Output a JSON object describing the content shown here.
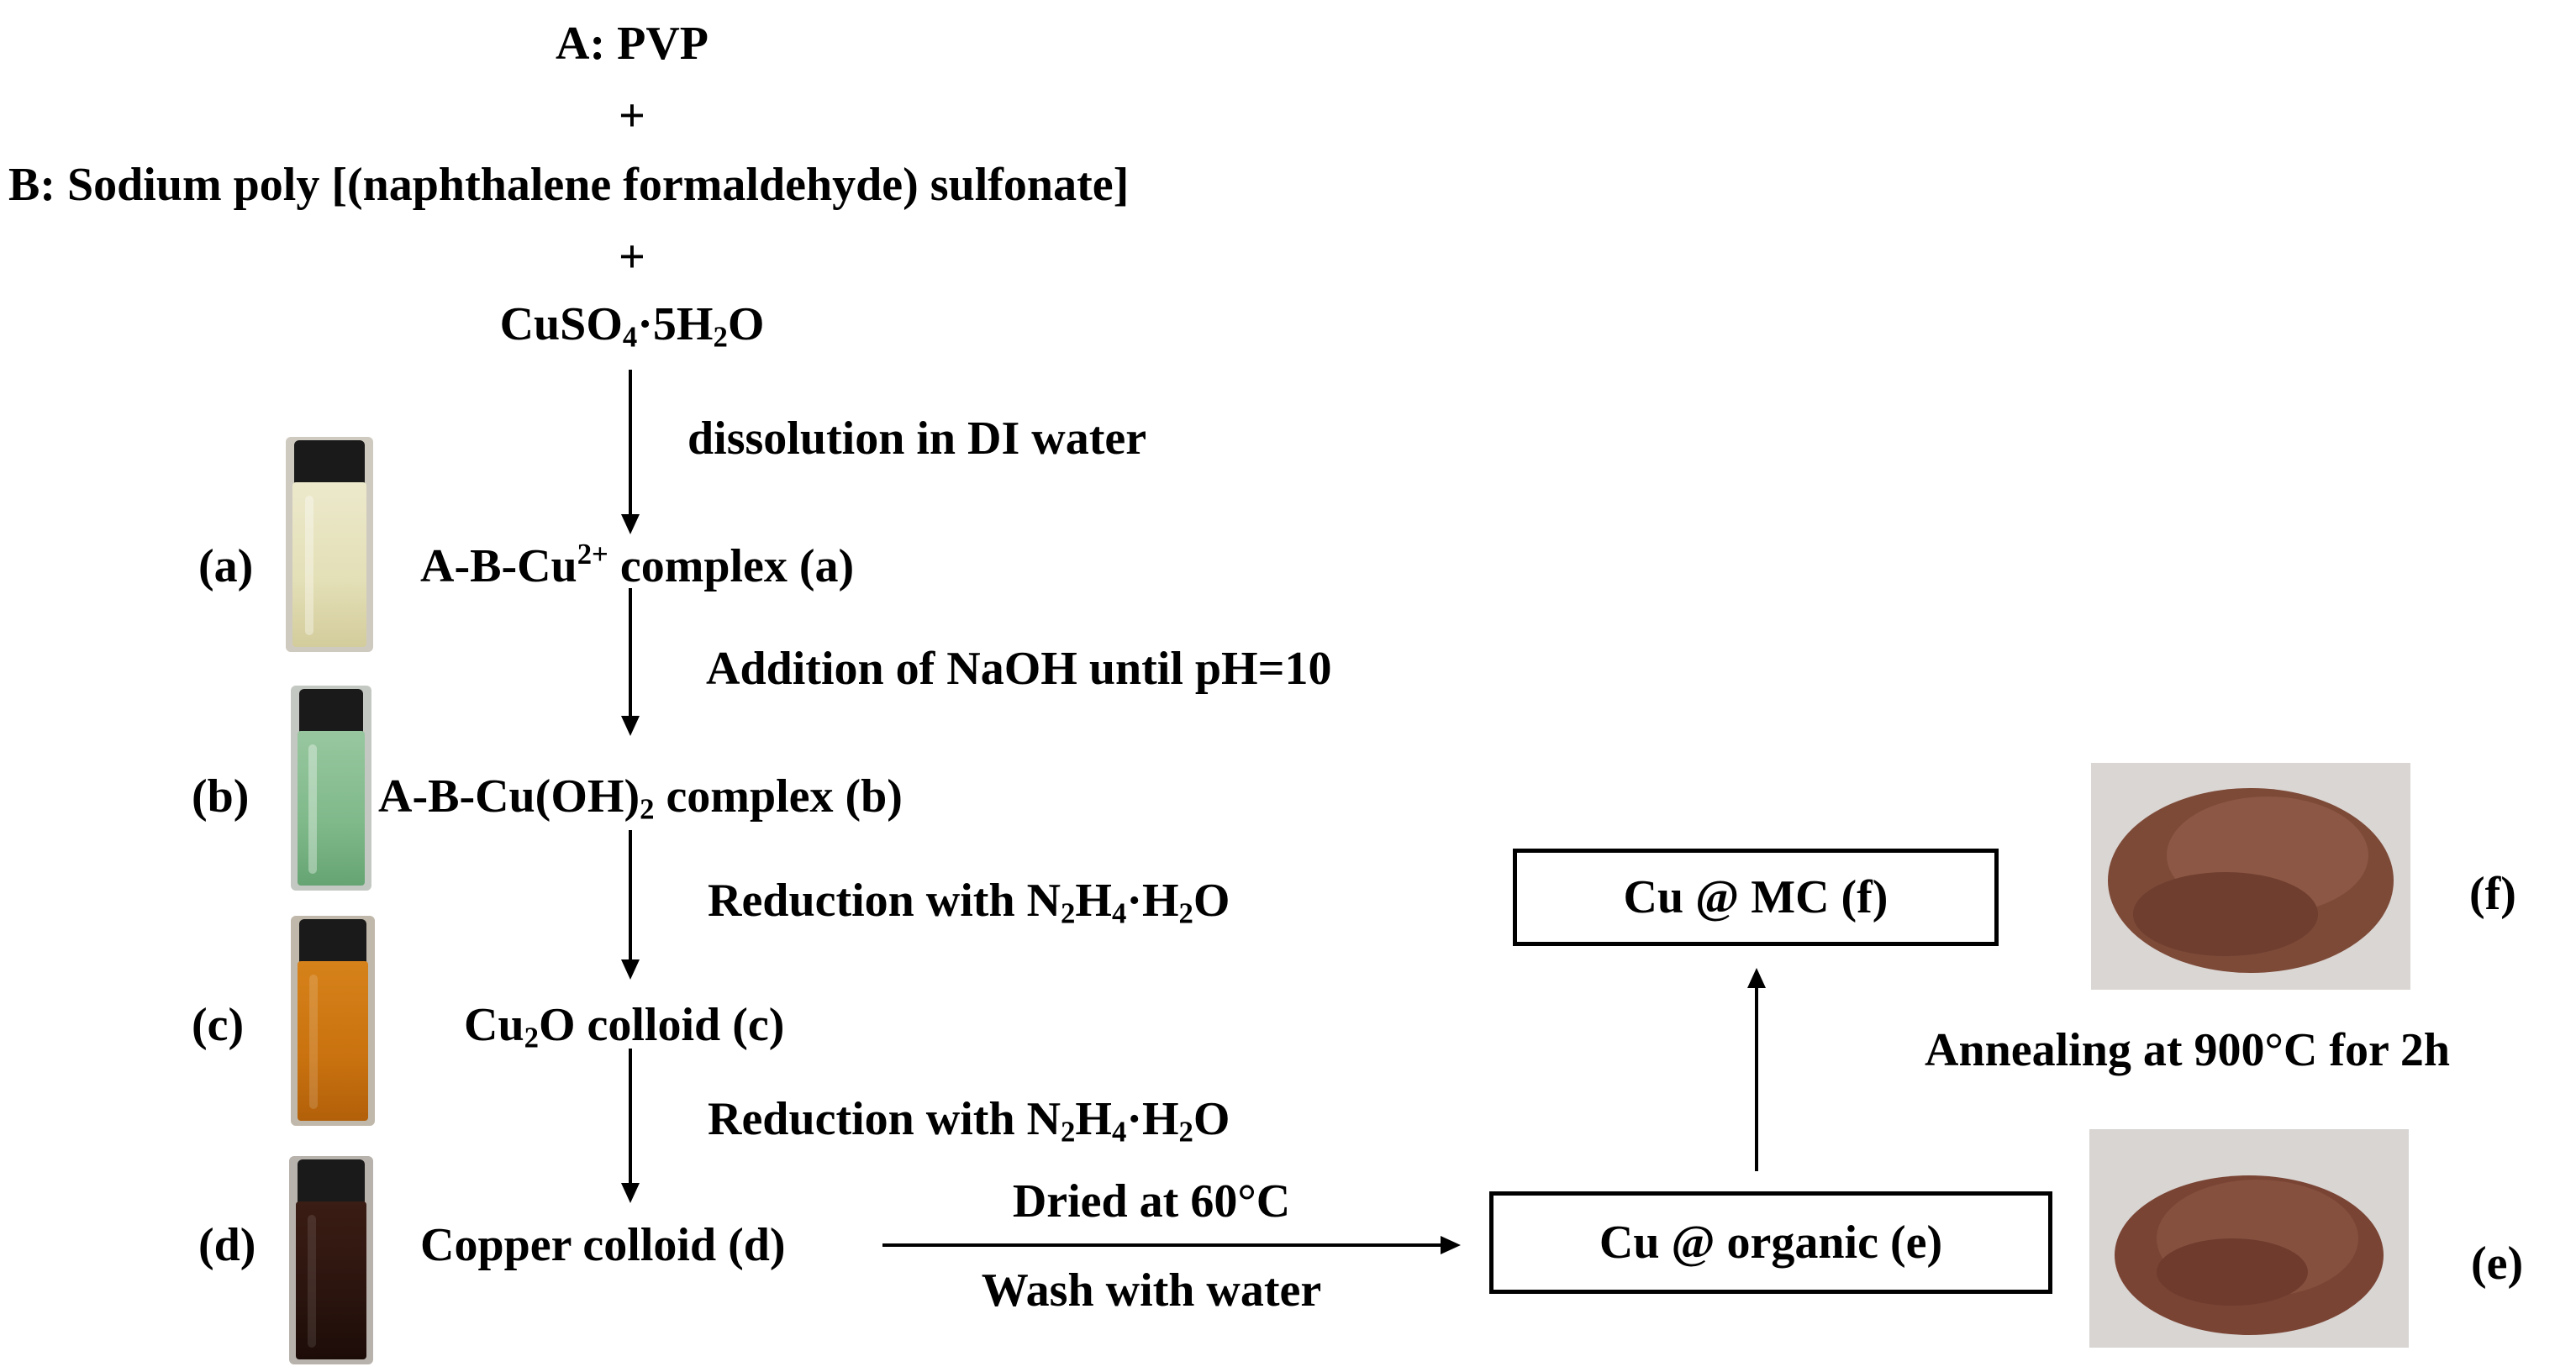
{
  "reactants": {
    "a": "A: PVP",
    "plus1": "+",
    "b": "B: Sodium poly [(naphthalene formaldehyde) sulfonate]",
    "plus2": "+",
    "cu_main": "CuSO",
    "cu_sub4": "4",
    "cu_dot": "·5H",
    "cu_sub2": "2",
    "cu_o": "O"
  },
  "steps": {
    "dissolution": "dissolution in DI water",
    "naoh": "Addition of NaOH until pH=10",
    "reduction1": {
      "pre": "Reduction with N",
      "s1": "2",
      "m1": "H",
      "s2": "4",
      "m2": "·H",
      "s3": "2",
      "post": "O"
    },
    "reduction2": {
      "pre": "Reduction with N",
      "s1": "2",
      "m1": "H",
      "s2": "4",
      "m2": "·H",
      "s3": "2",
      "post": "O"
    },
    "dried": "Dried at 60°C",
    "wash": "Wash with water",
    "annealing": "Annealing at 900°C  for 2h"
  },
  "intermediates": {
    "a_complex": {
      "pre": "A-B-Cu",
      "sup": "2+",
      "post": " complex (a)"
    },
    "b_complex": {
      "pre": "A-B-Cu(OH)",
      "sub": "2",
      "post": " complex (b)"
    },
    "c_colloid": {
      "pre": "Cu",
      "sub": "2",
      "post": "O colloid (c)"
    },
    "d_colloid": "Copper colloid (d)"
  },
  "products": {
    "e": "Cu @ organic (e)",
    "f": "Cu @ MC (f)"
  },
  "photo_labels": {
    "a": "(a)",
    "b": "(b)",
    "c": "(c)",
    "d": "(d)",
    "e": "(e)",
    "f": "(f)"
  },
  "colors": {
    "vial_a": "#e3dfb6",
    "vial_b": "#7fb98a",
    "vial_c": "#c9720f",
    "vial_d": "#2b140e",
    "powder_e": "#7a4434",
    "powder_f": "#7d4a38",
    "background_photo": "#d9d6d4"
  }
}
